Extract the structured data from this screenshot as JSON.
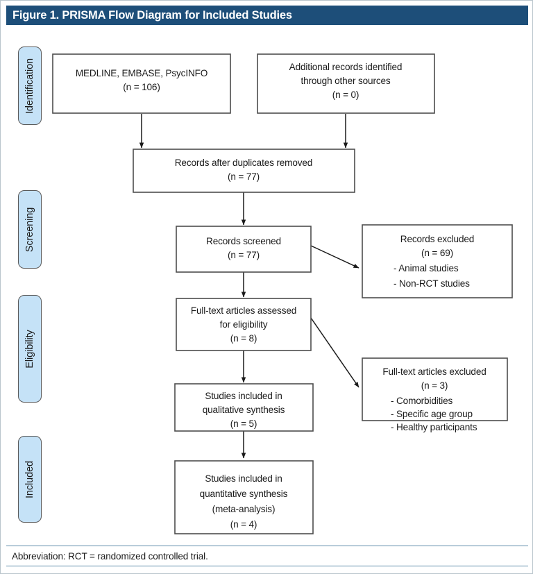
{
  "figure": {
    "title": "Figure 1. PRISMA Flow Diagram for Included Studies",
    "footnote": "Abbreviation: RCT = randomized controlled trial."
  },
  "colors": {
    "title_bar": "#1d4e79",
    "pill_fill": "#c5e2f7",
    "pill_border": "#595959",
    "box_border": "#4d4d4d",
    "footer_rule": "#5b8aa8",
    "text": "#1a1a1a"
  },
  "stages": [
    {
      "label": "Identification"
    },
    {
      "label": "Screening"
    },
    {
      "label": "Eligibility"
    },
    {
      "label": "Included"
    }
  ],
  "boxes": {
    "databases": {
      "lines": [
        "MEDLINE, EMBASE, PsycINFO",
        "(n = 106)"
      ]
    },
    "other_sources": {
      "lines": [
        "Additional records identified",
        "through other sources",
        "(n = 0)"
      ]
    },
    "duplicates_removed": {
      "lines": [
        "Records after duplicates removed",
        "(n = 77)"
      ]
    },
    "records_screened": {
      "lines": [
        "Records screened",
        "(n = 77)"
      ]
    },
    "records_excluded": {
      "lines": [
        "Records excluded",
        "(n = 69)"
      ],
      "bullets": [
        "-   Animal studies",
        "-   Non-RCT studies"
      ]
    },
    "fulltext_assessed": {
      "lines": [
        "Full-text articles assessed",
        "for eligibility",
        "(n = 8)"
      ]
    },
    "fulltext_excluded": {
      "lines": [
        "Full-text articles excluded",
        "(n = 3)"
      ],
      "bullets": [
        "-   Comorbidities",
        "-   Specific age group",
        "-   Healthy participants"
      ]
    },
    "qualitative": {
      "lines": [
        "Studies included in",
        "qualitative synthesis",
        "(n = 5)"
      ]
    },
    "quantitative": {
      "lines": [
        "Studies included in",
        "quantitative synthesis",
        "(meta-analysis)",
        "(n = 4)"
      ]
    }
  }
}
